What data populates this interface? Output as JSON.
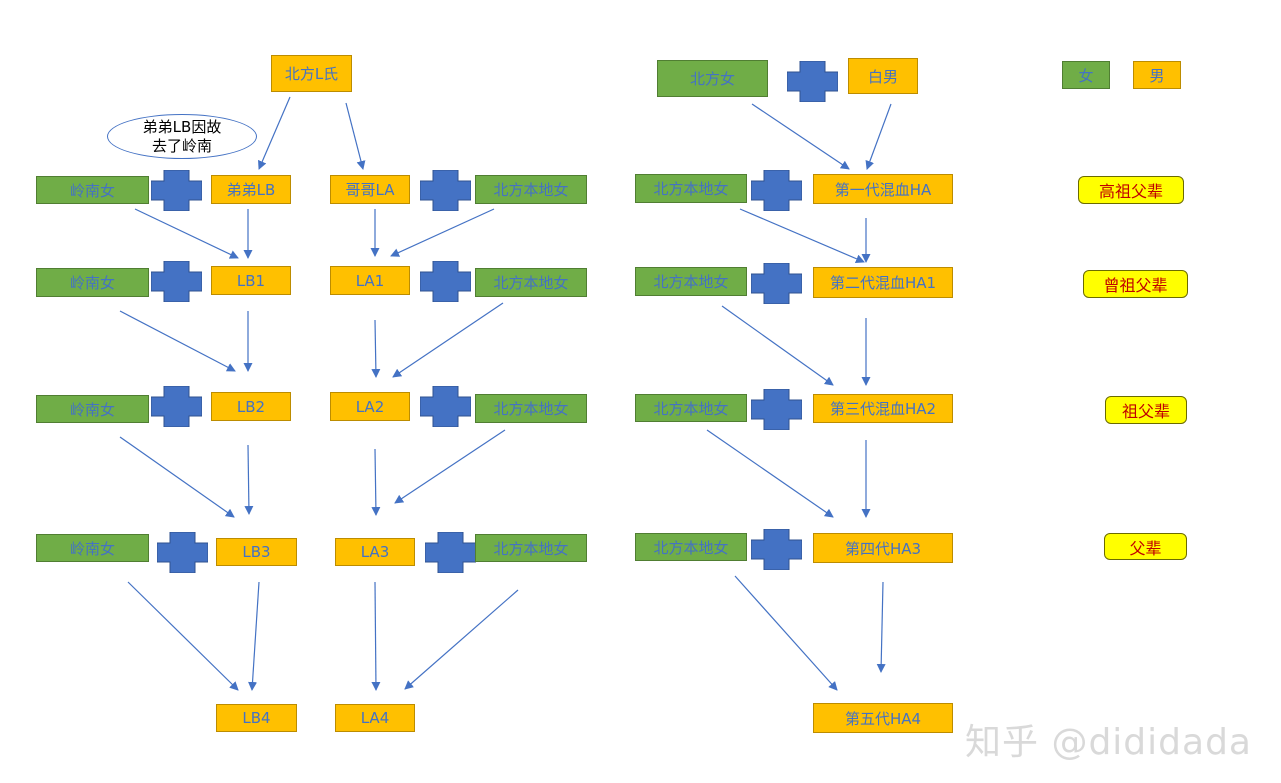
{
  "legend": {
    "female": "女",
    "male": "男"
  },
  "top": {
    "north_l": "北方L氏",
    "north_woman": "北方女",
    "white_man": "白男"
  },
  "note": {
    "line1": "弟弟LB因故",
    "line2": "去了岭南"
  },
  "lingnan_woman": "岭南女",
  "local_woman": "北方本地女",
  "lb": [
    "弟弟LB",
    "LB1",
    "LB2",
    "LB3",
    "LB4"
  ],
  "la": [
    "哥哥LA",
    "LA1",
    "LA2",
    "LA3",
    "LA4"
  ],
  "ha": [
    "第一代混血HA",
    "第二代混血HA1",
    "第三代混血HA2",
    "第四代HA3",
    "第五代HA4"
  ],
  "generations": [
    "高祖父辈",
    "曾祖父辈",
    "祖父辈",
    "父辈"
  ],
  "watermark": "知乎 @dididada",
  "colors": {
    "female": "#70ad47",
    "male": "#ffc000",
    "plus": "#4472c4",
    "arrow": "#4472c4",
    "generation": "#ffff00",
    "text": "#4472c4",
    "generation_text": "#c00000"
  }
}
